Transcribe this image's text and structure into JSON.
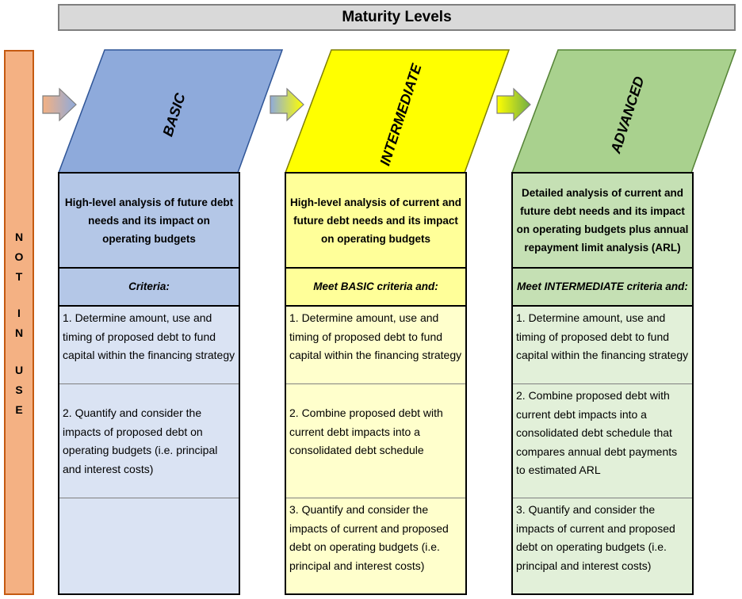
{
  "banner": {
    "title": "Maturity Levels"
  },
  "not_in_use": {
    "letters": [
      "N",
      "O",
      "T",
      "I",
      "N",
      "U",
      "S",
      "E"
    ]
  },
  "levels": [
    {
      "title": "BASIC",
      "head_color": "#8eaadb",
      "desc_color": "#b4c7e7",
      "body_color": "#dae3f3",
      "description": "High-level analysis of future debt needs and its impact on operating budgets",
      "criteria": "Criteria:",
      "items": [
        "1. Determine amount, use and timing of proposed debt to fund capital within the financing strategy",
        "2. Quantify and consider the impacts of proposed debt on operating budgets (i.e. principal and interest costs)",
        ""
      ]
    },
    {
      "title": "INTERMEDIATE",
      "head_color": "#ffff00",
      "desc_color": "#ffff99",
      "body_color": "#ffffcc",
      "description": "High-level analysis of current and future debt needs and its impact on operating budgets",
      "criteria": "Meet BASIC criteria and:",
      "items": [
        "1. Determine amount, use and timing of proposed debt to fund capital within the financing strategy",
        "2. Combine proposed debt with current debt impacts into a consolidated debt schedule",
        "3. Quantify and consider the impacts of current and proposed debt on operating budgets (i.e. principal and interest costs)"
      ]
    },
    {
      "title": "ADVANCED",
      "head_color": "#a9d18e",
      "desc_color": "#c5e0b4",
      "body_color": "#e2f0d9",
      "description": "Detailed analysis of current and future debt needs and its impact on operating budgets plus annual repayment limit analysis (ARL)",
      "criteria": "Meet INTERMEDIATE criteria and:",
      "items": [
        "1. Determine amount, use and timing of proposed debt to fund capital within the financing strategy",
        "2. Combine proposed debt with current debt impacts into a consolidated debt schedule that compares annual debt payments to estimated ARL",
        "3. Quantify and consider the impacts of current and proposed debt on operating budgets (i.e. principal and interest costs)"
      ]
    }
  ]
}
